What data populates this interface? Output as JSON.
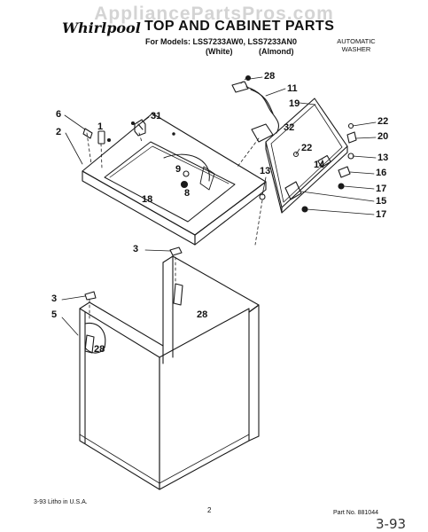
{
  "watermark": "AppliancePartsPros.com",
  "header": {
    "brand": "Whirlpool",
    "title": "TOP AND CABINET PARTS",
    "models_line": "For Models: LSS7233AW0, LSS7233AN0",
    "variant_white": "(White)",
    "variant_almond": "(Almond)",
    "product_type_line1": "AUTOMATIC",
    "product_type_line2": "WASHER"
  },
  "callouts": {
    "c28_top": "28",
    "c11": "11",
    "c19": "19",
    "c22_right": "22",
    "c20": "20",
    "c13_right": "13",
    "c16": "16",
    "c17_a": "17",
    "c15": "15",
    "c17_b": "17",
    "c6": "6",
    "c1": "1",
    "c31": "31",
    "c2": "2",
    "c32": "32",
    "c22_mid": "22",
    "c14": "14",
    "c13_left": "13",
    "c9": "9",
    "c8": "8",
    "c18": "18",
    "c3_upper": "3",
    "c3_lower": "3",
    "c28_inner": "28",
    "c5": "5",
    "c28_side": "28"
  },
  "footer": {
    "print_code": "3-93 Litho in U.S.A.",
    "page_number": "2",
    "part_number": "Part No. 881044",
    "handwritten_note": "3-93"
  }
}
